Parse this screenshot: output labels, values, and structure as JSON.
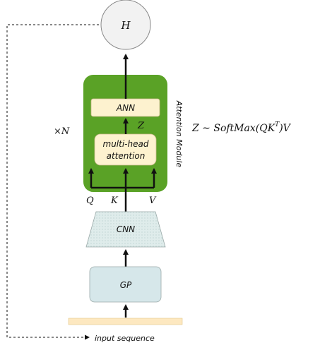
{
  "nodes": {
    "h": "H",
    "ann": "ANN",
    "mha_line1": "multi-head",
    "mha_line2": "attention",
    "cnn": "CNN",
    "gp": "GP"
  },
  "labels": {
    "z": "Z",
    "q": "Q",
    "k": "K",
    "v": "V",
    "repeat": "×N",
    "module": "Attention Module",
    "formula": "Z ∼ SoftMax(QK",
    "formula_sup": "T",
    "formula_end": ")V",
    "input": "input sequence"
  },
  "colors": {
    "module_fill": "#5aa226",
    "box_fill": "#fdf2cf",
    "gp_fill": "#d6e7ea",
    "cnn_fill": "#dfeceb",
    "input_bar": "#fde8c0",
    "h_fill": "#f2f2f2"
  }
}
